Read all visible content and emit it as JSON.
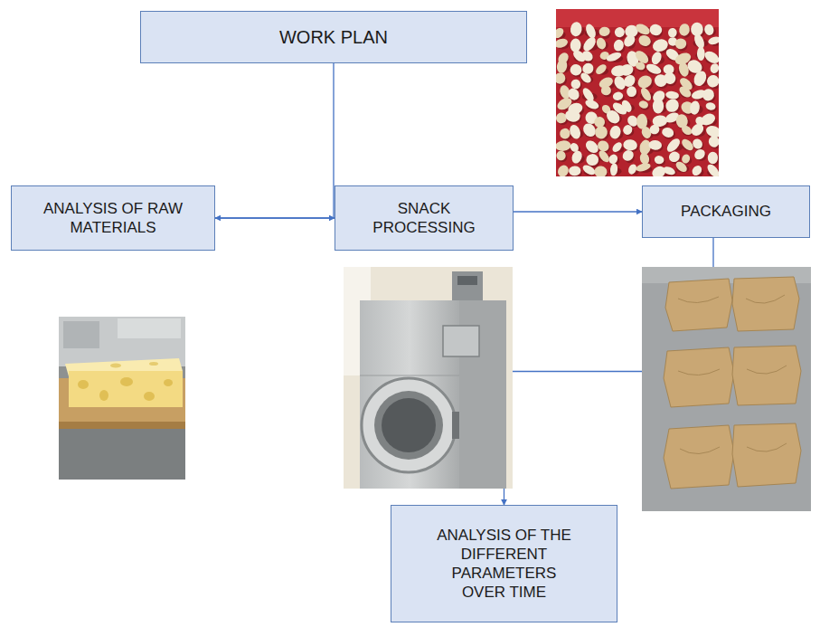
{
  "diagram": {
    "nodes": [
      {
        "text": [
          "WORK PLAN"
        ]
      },
      {
        "text": [
          "ANALYSIS OF RAW MATERIALS"
        ]
      },
      {
        "text": [
          "SNACK PROCESSING"
        ]
      },
      {
        "text": [
          "PACKAGING"
        ]
      },
      {
        "text": [
          "ANALYSIS OF THE DIFFERENT PARAMETERS OVER TIME"
        ]
      }
    ],
    "edges": [
      {
        "from": 0,
        "to": 1,
        "arrow": "to"
      },
      {
        "from": 1,
        "to": 2,
        "arrow": "to"
      },
      {
        "from": 2,
        "to": 3,
        "arrow": "to"
      },
      {
        "from": 3,
        "to": 4,
        "arrow": "to"
      }
    ]
  }
}
